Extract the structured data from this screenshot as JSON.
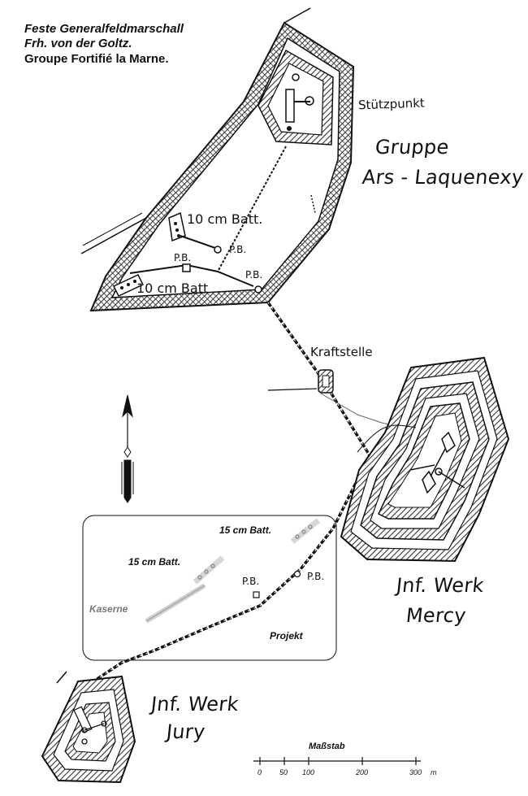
{
  "title": {
    "line1": "Feste Generalfeldmarschall",
    "line2": "Frh. von der Goltz.",
    "line3": "Groupe Fortifié la Marne."
  },
  "labels": {
    "stuetzpunkt": "Stützpunkt",
    "gruppe_line1": "Gruppe",
    "gruppe_line2": "Ars - Laquenexy",
    "batt10_upper": "10 cm Batt.",
    "batt10_lower": "10 cm Batt",
    "pb": "P.B.",
    "kraftstelle": "Kraftstelle",
    "mercy_line1": "Jnf. Werk",
    "mercy_line2": "Mercy",
    "jury_line1": "Jnf. Werk",
    "jury_line2": "Jury",
    "batt15_upper": "15 cm Batt.",
    "batt15_lower": "15 cm Batt.",
    "kaserne": "Kaserne",
    "projekt": "Projekt"
  },
  "scale_bar": {
    "title": "Maßstab",
    "ticks": [
      "0",
      "50",
      "100",
      "200",
      "300"
    ],
    "unit": "m"
  },
  "colors": {
    "ink": "#111111",
    "paper": "#ffffff",
    "hatch": "#555555",
    "faint": "#9a9a9a"
  }
}
